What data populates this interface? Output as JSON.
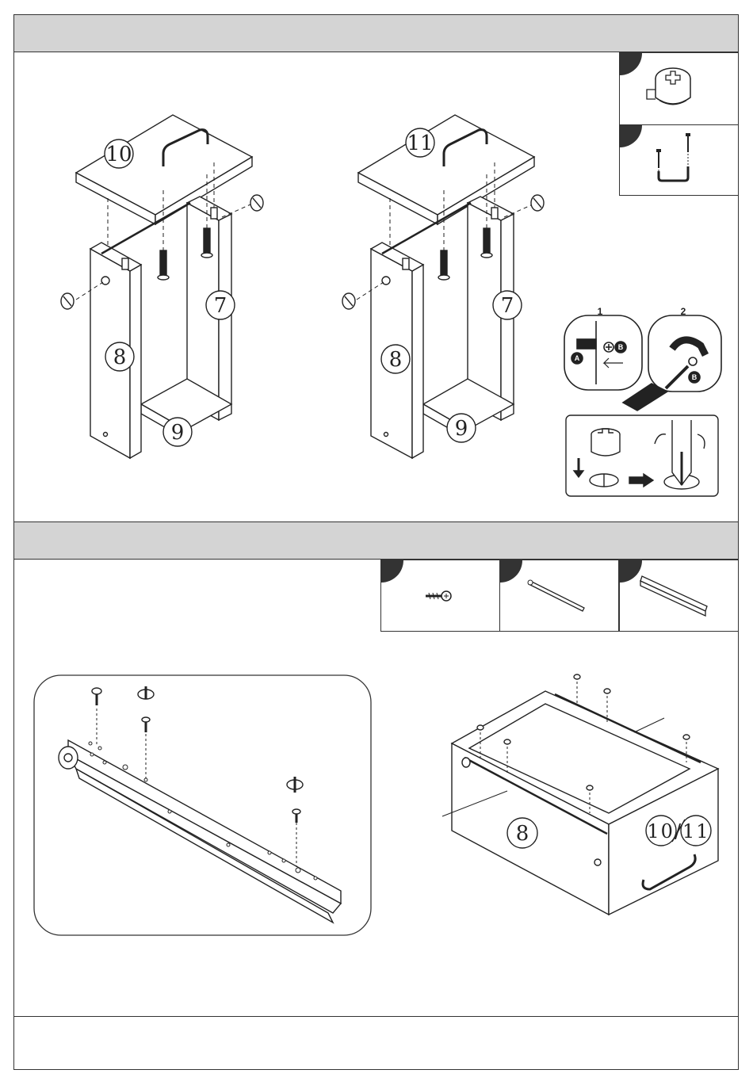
{
  "step1": {
    "left_top": "10",
    "right_top": "11",
    "side_right": "7",
    "side_left": "8",
    "bottom": "9"
  },
  "cam_instructions": {
    "step_1": "1",
    "step_2": "2",
    "label_a": "A",
    "label_b": "B"
  },
  "step2": {
    "side": "8",
    "front": "10/11"
  },
  "colors": {
    "header_band": "#d4d4d4",
    "line": "#333333"
  }
}
